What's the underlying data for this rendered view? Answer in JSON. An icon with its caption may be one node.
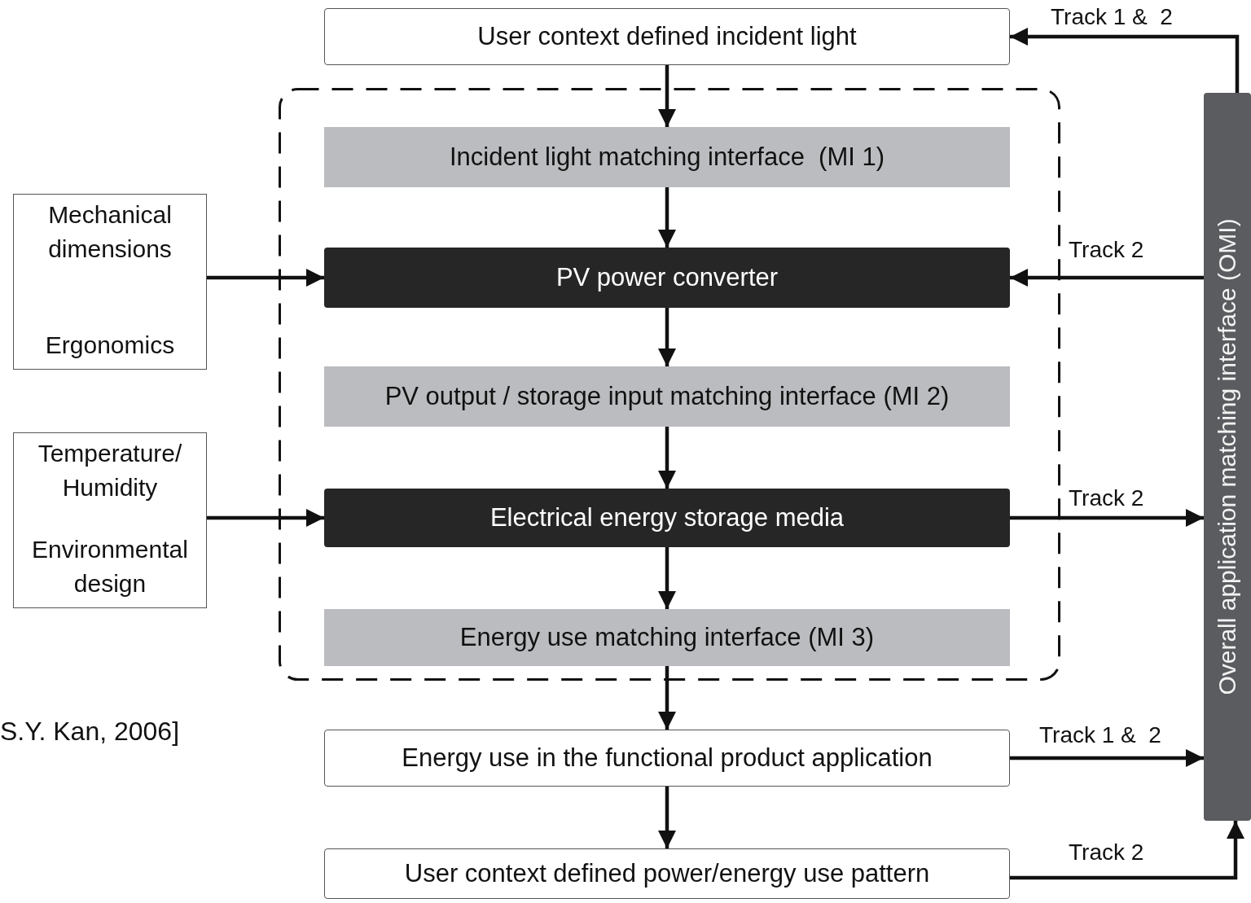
{
  "diagram": {
    "nodes": [
      {
        "text": [
          "User context defined incident light"
        ]
      },
      {
        "text": [],
        "shape": "box"
      },
      {
        "text": [
          "Incident light matching interface  (MI 1)"
        ],
        "in": 1
      },
      {
        "text": [
          "PV power converter"
        ],
        "in": 1
      },
      {
        "text": [
          "PV output / storage input matching interface (MI 2)"
        ],
        "in": 1
      },
      {
        "text": [
          "Electrical energy storage media"
        ],
        "in": 1
      },
      {
        "text": [
          "Energy use matching interface (MI 3)"
        ],
        "in": 1
      },
      {
        "text": [
          "Mechanical dimensions",
          "Ergonomics"
        ]
      },
      {
        "text": [
          "Temperature/ Humidity",
          "Environmental design"
        ]
      },
      {
        "text": [
          "Energy use in the functional product application"
        ]
      },
      {
        "text": [
          "User context defined power/energy use pattern"
        ]
      },
      {
        "text": [
          "Overall application matching interface (OMI)"
        ]
      }
    ],
    "edges": [
      {
        "from": 0,
        "to": 2,
        "arrow": "to"
      },
      {
        "from": 2,
        "to": 3,
        "arrow": "to"
      },
      {
        "from": 3,
        "to": 4,
        "arrow": "to"
      },
      {
        "from": 4,
        "to": 5,
        "arrow": "to"
      },
      {
        "from": 5,
        "to": 6,
        "arrow": "to"
      },
      {
        "from": 6,
        "to": 9,
        "arrow": "to"
      },
      {
        "from": 9,
        "to": 10,
        "arrow": "to"
      },
      {
        "from": 7,
        "to": 3,
        "arrow": "to"
      },
      {
        "from": 8,
        "to": 5,
        "arrow": "to"
      },
      {
        "from": 11,
        "to": 0,
        "arrow": "to",
        "label": "Track 1 &  2"
      },
      {
        "from": 11,
        "to": 3,
        "arrow": "to",
        "label": "Track 2"
      },
      {
        "from": 5,
        "to": 11,
        "arrow": "to",
        "label": "Track 2"
      },
      {
        "from": 9,
        "to": 11,
        "arrow": "to",
        "label": "Track 1 &  2"
      },
      {
        "from": 10,
        "to": 11,
        "arrow": "to",
        "label": "Track 2"
      }
    ],
    "labels": [
      "S.Y. Kan, 2006]"
    ]
  }
}
